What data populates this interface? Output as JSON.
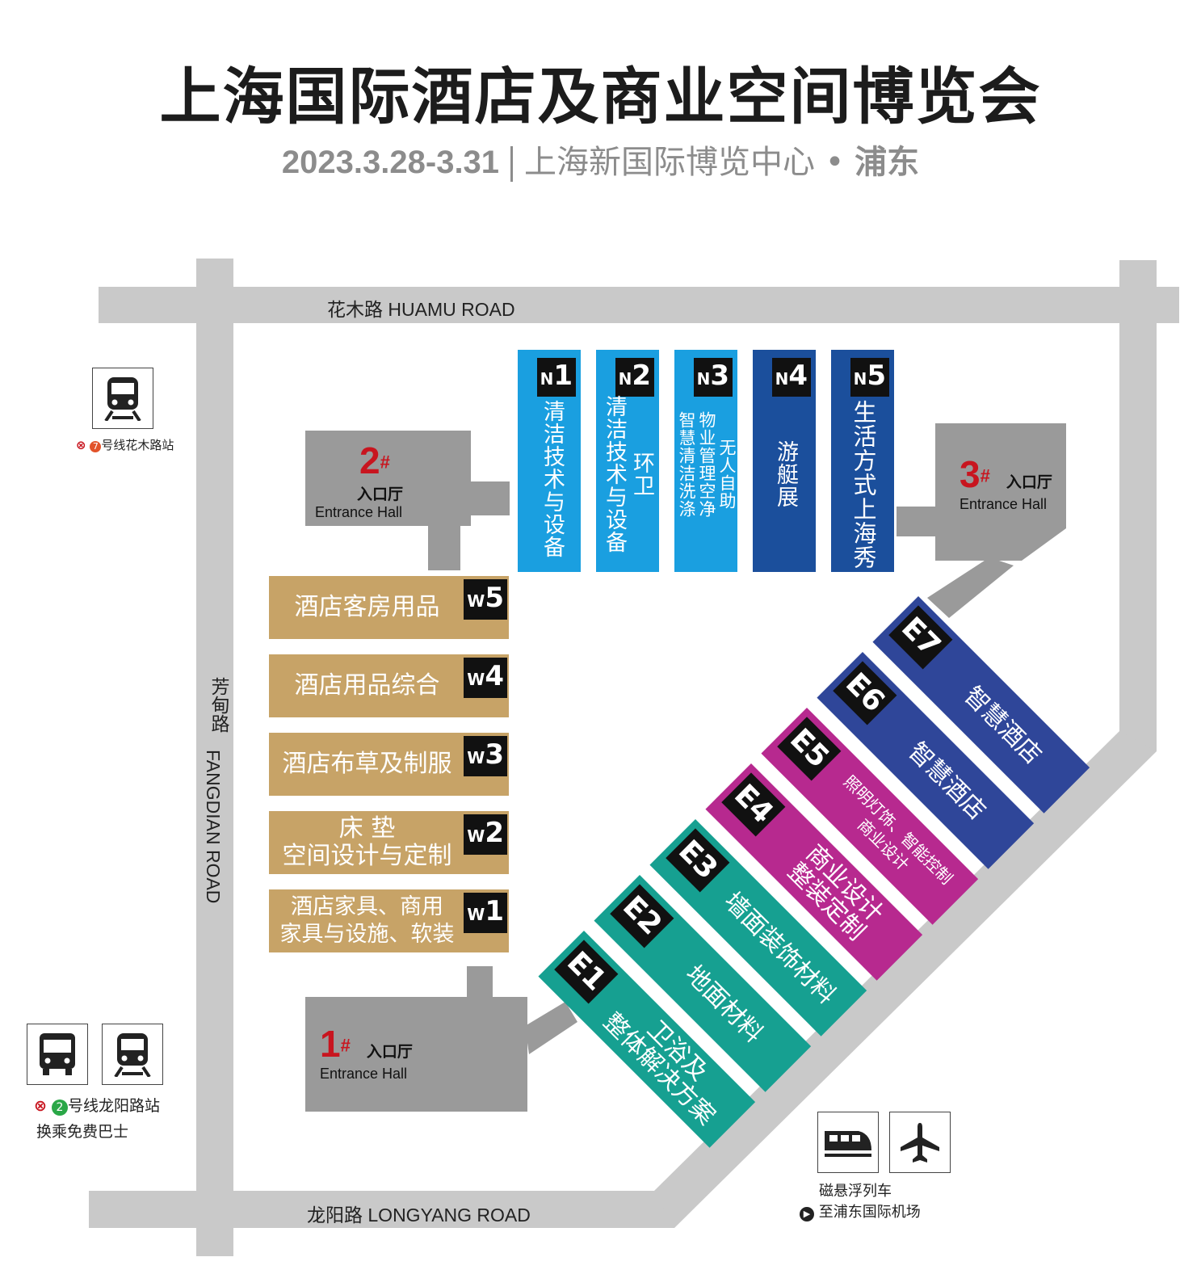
{
  "title": "上海国际酒店及商业空间博览会",
  "subtitle": {
    "date": "2023.3.28-3.31",
    "venue": "上海新国际博览中心",
    "district": "浦东"
  },
  "roads": {
    "north": "花木路 HUAMU ROAD",
    "west_cn": "芳甸路",
    "west_en": "FANGDIAN ROAD",
    "south": "龙阳路 LONGYANG ROAD"
  },
  "north_halls": [
    {
      "code": "N",
      "num": "1",
      "text": "清洁技术与设备",
      "text2": "",
      "color": "#1a9fe0"
    },
    {
      "code": "N",
      "num": "2",
      "text": "清洁技术与设备",
      "text2": "环卫",
      "color": "#1a9fe0"
    },
    {
      "code": "N",
      "num": "3",
      "text": "智慧清洁洗涤",
      "text2": "物业管理空净",
      "text3": "无人自助",
      "color": "#1a9fe0"
    },
    {
      "code": "N",
      "num": "4",
      "text": "游艇展",
      "color": "#1b4f9c"
    },
    {
      "code": "N",
      "num": "5",
      "text": "生活方式上海秀",
      "color": "#1b4f9c"
    }
  ],
  "west_halls": [
    {
      "code": "W",
      "num": "5",
      "text": "酒店客房用品"
    },
    {
      "code": "W",
      "num": "4",
      "text": "酒店用品综合"
    },
    {
      "code": "W",
      "num": "3",
      "text": "酒店布草及制服"
    },
    {
      "code": "W",
      "num": "2",
      "text": "床 垫",
      "text2": "空间设计与定制"
    },
    {
      "code": "W",
      "num": "1",
      "text": "酒店家具、商用",
      "text2": "家具与设施、软装"
    }
  ],
  "east_halls": [
    {
      "code": "E1",
      "text": "卫浴及",
      "text2": "整体解决方案",
      "color": "#16a091"
    },
    {
      "code": "E2",
      "text": "地面材料",
      "color": "#16a091"
    },
    {
      "code": "E3",
      "text": "墙面装饰材料",
      "color": "#16a091"
    },
    {
      "code": "E4",
      "text": "商业设计",
      "text2": "整装定制",
      "color": "#b7298f"
    },
    {
      "code": "E5",
      "text": "照明灯饰、智能控制",
      "text2": "商业设计",
      "color": "#b7298f"
    },
    {
      "code": "E6",
      "text": "智慧酒店",
      "color": "#2f4699"
    },
    {
      "code": "E7",
      "text": "智慧酒店",
      "color": "#2f4699"
    }
  ],
  "entrances": [
    {
      "num": "1",
      "sup": "#",
      "cn": "入口厅",
      "en": "Entrance Hall"
    },
    {
      "num": "2",
      "sup": "#",
      "cn": "入口厅",
      "en": "Entrance Hall"
    },
    {
      "num": "3",
      "sup": "#",
      "cn": "入口厅",
      "en": "Entrance Hall"
    }
  ],
  "transit": {
    "line7": {
      "badge": "7",
      "label": "号线花木路站",
      "icon": "metro-icon"
    },
    "line2": {
      "badge": "2",
      "label": "号线龙阳路站",
      "note": "换乘免费巴士",
      "icons": [
        "bus-icon",
        "metro-icon"
      ]
    },
    "maglev": {
      "label": "磁悬浮列车",
      "label2": "至浦东国际机场",
      "icons": [
        "maglev-icon",
        "airplane-icon"
      ]
    }
  },
  "colors": {
    "wood": "#c7a367",
    "road": "#c9c9c9",
    "entrance": "#9a9a9a",
    "accent": "#c8151f"
  }
}
